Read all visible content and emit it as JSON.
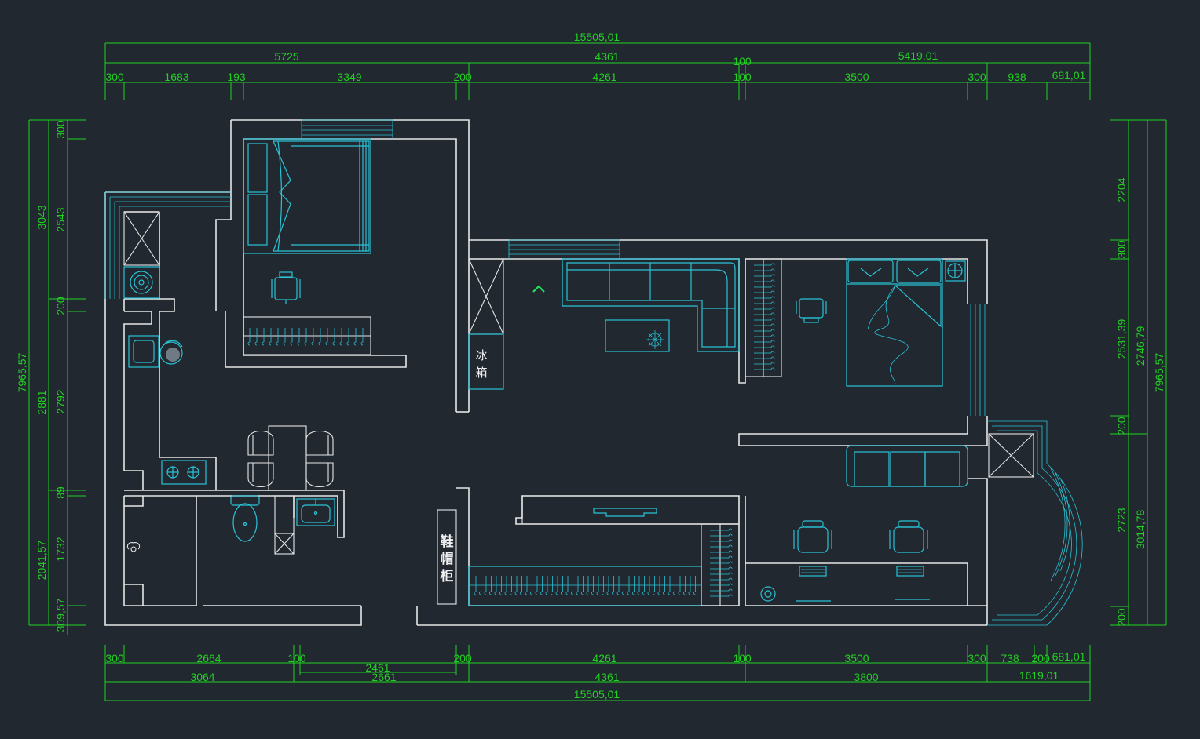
{
  "dims": {
    "top_total": "15505,01",
    "top_mid": [
      "5725",
      "4361",
      "100",
      "5419,01"
    ],
    "top_detail": [
      "300",
      "1683",
      "193",
      "3349",
      "200",
      "4261",
      "100",
      "3500",
      "300",
      "938",
      "681,01"
    ],
    "bottom_detail": [
      "300",
      "2664",
      "100",
      "200",
      "4261",
      "100",
      "3500",
      "300",
      "738",
      "200",
      "681,01"
    ],
    "bottom_sub": "2461",
    "bottom_mid": [
      "3064",
      "2661",
      "4361",
      "3800",
      "1619,01"
    ],
    "bottom_total": "15505,01",
    "left_total": "7965,57",
    "left_mid": [
      "3043",
      "2881",
      "2041,57"
    ],
    "left_detail": [
      "300",
      "2543",
      "200",
      "2792",
      "89",
      "1732",
      "309,57"
    ],
    "right_total": "7965,57",
    "right_mid": [
      "2746,79",
      "3014,78"
    ],
    "right_detail": [
      "2204",
      "300",
      "2531,39",
      "200",
      "2723",
      "200"
    ]
  },
  "labels": {
    "fridge": [
      "冰",
      "箱"
    ],
    "shoe_cabinet": [
      "鞋",
      "帽",
      "柜"
    ]
  },
  "colors": {
    "background": "#212830",
    "walls": "#e6e6e6",
    "furniture": "#29c3d6",
    "dimensions": "#1fd41f"
  }
}
